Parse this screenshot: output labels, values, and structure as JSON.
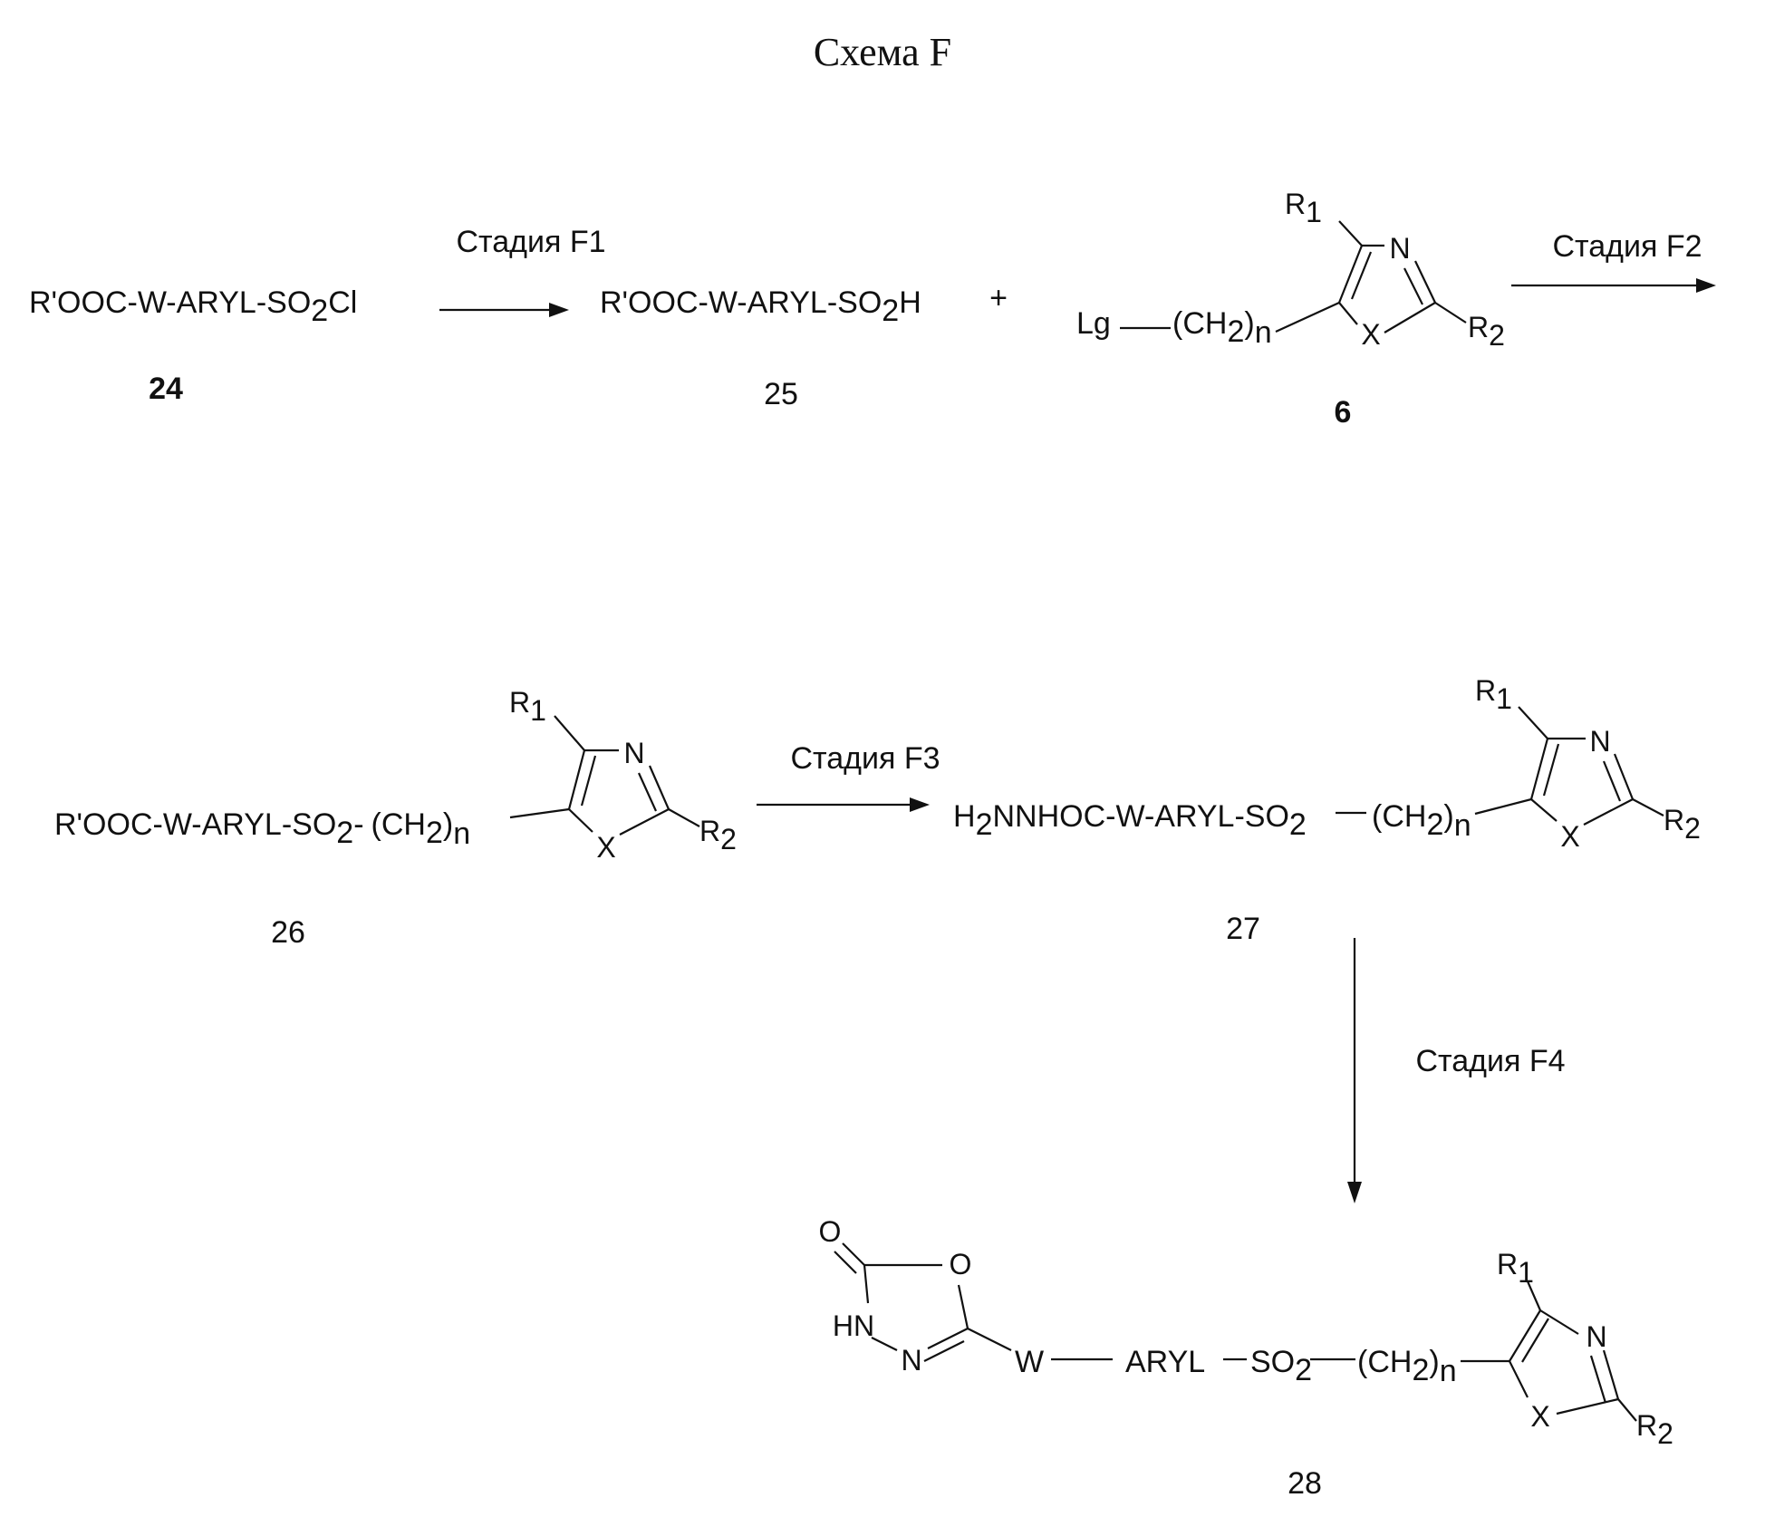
{
  "title": "Схема F",
  "stages": {
    "f1": "Стадия F1",
    "f2": "Стадия F2",
    "f3": "Стадия F3",
    "f4": "Стадия F4"
  },
  "plus": "+",
  "compounds": {
    "c24": {
      "number": "24",
      "formula_main": "R'OOC-W-ARYL-SO",
      "sub": "2",
      "formula_tail": "Cl"
    },
    "c25": {
      "number": "25",
      "formula_main": "R'OOC-W-ARYL-SO",
      "sub": "2",
      "formula_tail": "H"
    },
    "c6": {
      "number": "6",
      "lg": "Lg"
    },
    "c26": {
      "number": "26",
      "formula_main": "R'OOC-W-ARYL-SO",
      "sub": "2",
      "formula_tail": "-"
    },
    "c27": {
      "number": "27",
      "h": "H",
      "h_sub": "2",
      "formula_main": "NNHOC-W-ARYL-SO",
      "sub": "2"
    },
    "c28": {
      "number": "28",
      "o_exo": "O",
      "o_ring": "O",
      "hn": "HN",
      "n": "N",
      "w": "W",
      "aryl": "ARYL",
      "so": "SO",
      "so_sub": "2"
    }
  },
  "linker": {
    "open": "(CH",
    "sub": "2",
    "close": ")",
    "n": "n"
  },
  "heterocycle": {
    "r": "R",
    "r1_sub": "1",
    "r2_sub": "2",
    "n": "N",
    "x": "X"
  }
}
